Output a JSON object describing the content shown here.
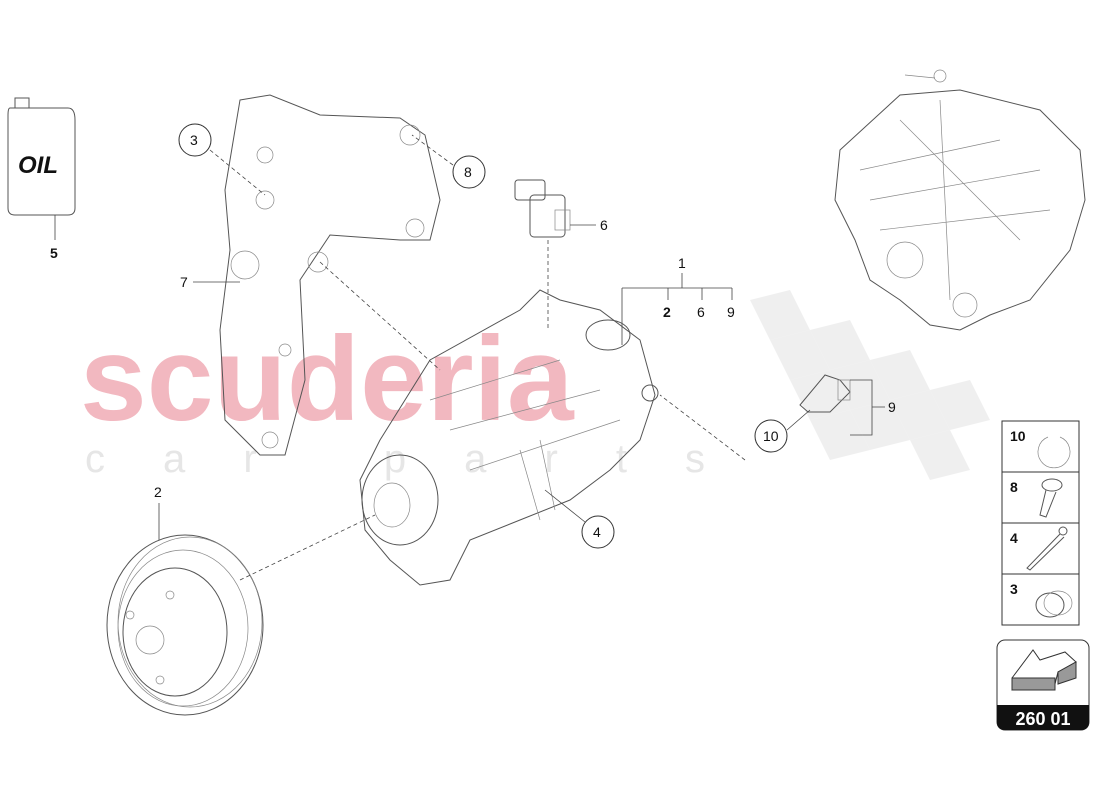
{
  "watermark": {
    "main": "scuderia",
    "sub": "c a r   p a r t s",
    "main_color": "#f2b8c0",
    "sub_color": "#e6e6e6"
  },
  "oil_can": {
    "text": "OIL",
    "callout": "5"
  },
  "callouts": {
    "c1": "1",
    "c1_sub": [
      "2",
      "6",
      "9"
    ],
    "c2": "2",
    "c3": "3",
    "c4": "4",
    "c6": "6",
    "c7": "7",
    "c8": "8",
    "c9": "9",
    "c10": "10"
  },
  "legend_panel": [
    {
      "number": "10",
      "icon": "circlip-ring-icon"
    },
    {
      "number": "8",
      "icon": "bolt-icon"
    },
    {
      "number": "4",
      "icon": "long-bolt-icon"
    },
    {
      "number": "3",
      "icon": "bushing-sleeve-icon"
    }
  ],
  "group_badge": {
    "code": "260 01",
    "icon": "arrow-left-3d-icon"
  }
}
